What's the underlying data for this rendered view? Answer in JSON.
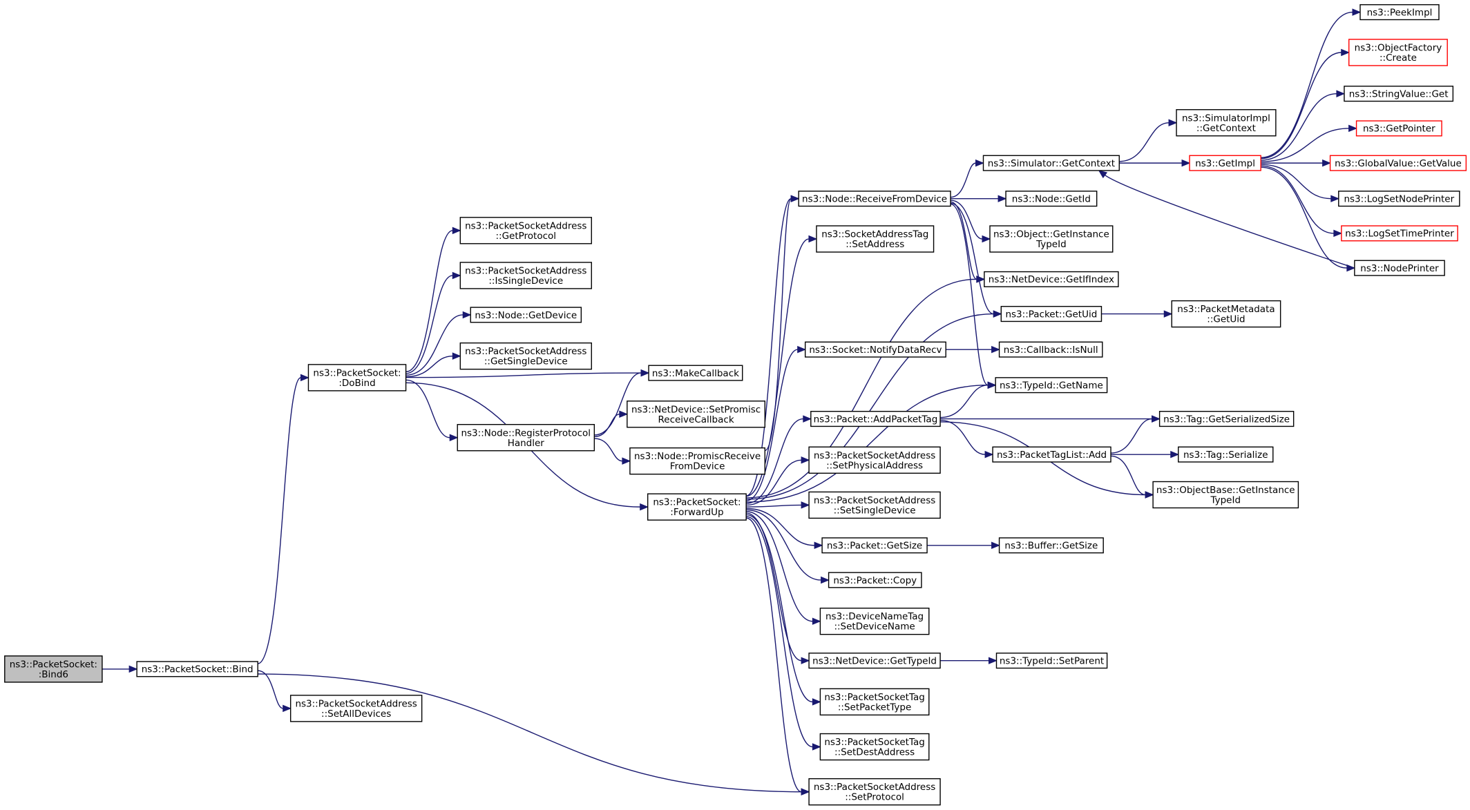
{
  "diagram": {
    "nodes": {
      "bind6": {
        "lines": [
          "ns3::PacketSocket:",
          ":Bind6"
        ],
        "style": "root"
      },
      "bind": {
        "lines": [
          "ns3::PacketSocket::Bind"
        ]
      },
      "setalldevices": {
        "lines": [
          "ns3::PacketSocketAddress",
          "::SetAllDevices"
        ]
      },
      "dobind": {
        "lines": [
          "ns3::PacketSocket:",
          ":DoBind"
        ]
      },
      "getprotocol": {
        "lines": [
          "ns3::PacketSocketAddress",
          "::GetProtocol"
        ]
      },
      "issingledevice": {
        "lines": [
          "ns3::PacketSocketAddress",
          "::IsSingleDevice"
        ]
      },
      "nodegetdevice": {
        "lines": [
          "ns3::Node::GetDevice"
        ]
      },
      "getsingledevice": {
        "lines": [
          "ns3::PacketSocketAddress",
          "::GetSingleDevice"
        ]
      },
      "makecallback": {
        "lines": [
          "ns3::MakeCallback"
        ]
      },
      "registerprotocol": {
        "lines": [
          "ns3::Node::RegisterProtocol",
          "Handler"
        ]
      },
      "setpromisc": {
        "lines": [
          "ns3::NetDevice::SetPromisc",
          "ReceiveCallback"
        ]
      },
      "promiscreceive": {
        "lines": [
          "ns3::Node::PromiscReceive",
          "FromDevice"
        ]
      },
      "forwardup": {
        "lines": [
          "ns3::PacketSocket:",
          ":ForwardUp"
        ]
      },
      "receivefromdevice": {
        "lines": [
          "ns3::Node::ReceiveFromDevice"
        ]
      },
      "socketaddresstag": {
        "lines": [
          "ns3::SocketAddressTag",
          "::SetAddress"
        ]
      },
      "notifydatarecv": {
        "lines": [
          "ns3::Socket::NotifyDataRecv"
        ]
      },
      "addpackettag": {
        "lines": [
          "ns3::Packet::AddPacketTag"
        ]
      },
      "setphysicaladdress": {
        "lines": [
          "ns3::PacketSocketAddress",
          "::SetPhysicalAddress"
        ]
      },
      "setsingledevice": {
        "lines": [
          "ns3::PacketSocketAddress",
          "::SetSingleDevice"
        ]
      },
      "packetgetsize": {
        "lines": [
          "ns3::Packet::GetSize"
        ]
      },
      "packetcopy": {
        "lines": [
          "ns3::Packet::Copy"
        ]
      },
      "devicenametag": {
        "lines": [
          "ns3::DeviceNameTag",
          "::SetDeviceName"
        ]
      },
      "netdevicegettypeid": {
        "lines": [
          "ns3::NetDevice::GetTypeId"
        ]
      },
      "setpackettype": {
        "lines": [
          "ns3::PacketSocketTag",
          "::SetPacketType"
        ]
      },
      "setdestaddress": {
        "lines": [
          "ns3::PacketSocketTag",
          "::SetDestAddress"
        ]
      },
      "setprotocol": {
        "lines": [
          "ns3::PacketSocketAddress",
          "::SetProtocol"
        ]
      },
      "simgetcontext": {
        "lines": [
          "ns3::Simulator::GetContext"
        ]
      },
      "nodegetid": {
        "lines": [
          "ns3::Node::GetId"
        ]
      },
      "objectgetinstancetypeid": {
        "lines": [
          "ns3::Object::GetInstance",
          "TypeId"
        ]
      },
      "netdevicegetifindex": {
        "lines": [
          "ns3::NetDevice::GetIfIndex"
        ]
      },
      "packetgetuid": {
        "lines": [
          "ns3::Packet::GetUid"
        ]
      },
      "callbackisnull": {
        "lines": [
          "ns3::Callback::IsNull"
        ]
      },
      "typeidgetname": {
        "lines": [
          "ns3::TypeId::GetName"
        ]
      },
      "packettaglistadd": {
        "lines": [
          "ns3::PacketTagList::Add"
        ]
      },
      "buffergetsize": {
        "lines": [
          "ns3::Buffer::GetSize"
        ]
      },
      "typeidsetparent": {
        "lines": [
          "ns3::TypeId::SetParent"
        ]
      },
      "simimplgetcontext": {
        "lines": [
          "ns3::SimulatorImpl",
          "::GetContext"
        ]
      },
      "getimpl": {
        "lines": [
          "ns3::GetImpl"
        ],
        "style": "red"
      },
      "packetmetadatagetuid": {
        "lines": [
          "ns3::PacketMetadata",
          "::GetUid"
        ]
      },
      "taggetserializedsize": {
        "lines": [
          "ns3::Tag::GetSerializedSize"
        ]
      },
      "tagserialize": {
        "lines": [
          "ns3::Tag::Serialize"
        ]
      },
      "objectbasegetinstancetypeid": {
        "lines": [
          "ns3::ObjectBase::GetInstance",
          "TypeId"
        ]
      },
      "peekimpl": {
        "lines": [
          "ns3::PeekImpl"
        ]
      },
      "objectfactorycreate": {
        "lines": [
          "ns3::ObjectFactory",
          "::Create"
        ],
        "style": "red"
      },
      "stringvalueget": {
        "lines": [
          "ns3::StringValue::Get"
        ]
      },
      "getpointer": {
        "lines": [
          "ns3::GetPointer"
        ],
        "style": "red"
      },
      "globalvaluegetvalue": {
        "lines": [
          "ns3::GlobalValue::GetValue"
        ],
        "style": "red"
      },
      "logsetnodeprinter": {
        "lines": [
          "ns3::LogSetNodePrinter"
        ]
      },
      "logsettimeprinter": {
        "lines": [
          "ns3::LogSetTimePrinter"
        ],
        "style": "red"
      },
      "nodeprinter": {
        "lines": [
          "ns3::NodePrinter"
        ]
      }
    },
    "edges": [
      [
        "bind6",
        "bind"
      ],
      [
        "bind",
        "dobind"
      ],
      [
        "bind",
        "setalldevices"
      ],
      [
        "bind",
        "setprotocol"
      ],
      [
        "dobind",
        "getprotocol"
      ],
      [
        "dobind",
        "issingledevice"
      ],
      [
        "dobind",
        "nodegetdevice"
      ],
      [
        "dobind",
        "getsingledevice"
      ],
      [
        "dobind",
        "makecallback"
      ],
      [
        "dobind",
        "registerprotocol"
      ],
      [
        "dobind",
        "forwardup"
      ],
      [
        "registerprotocol",
        "makecallback"
      ],
      [
        "registerprotocol",
        "setpromisc"
      ],
      [
        "registerprotocol",
        "promiscreceive"
      ],
      [
        "promiscreceive",
        "receivefromdevice"
      ],
      [
        "forwardup",
        "receivefromdevice"
      ],
      [
        "forwardup",
        "socketaddresstag"
      ],
      [
        "forwardup",
        "netdevicegetifindex"
      ],
      [
        "forwardup",
        "packetgetuid"
      ],
      [
        "forwardup",
        "notifydatarecv"
      ],
      [
        "forwardup",
        "typeidgetname"
      ],
      [
        "forwardup",
        "addpackettag"
      ],
      [
        "forwardup",
        "setphysicaladdress"
      ],
      [
        "forwardup",
        "setsingledevice"
      ],
      [
        "forwardup",
        "packetgetsize"
      ],
      [
        "forwardup",
        "packetcopy"
      ],
      [
        "forwardup",
        "devicenametag"
      ],
      [
        "forwardup",
        "netdevicegettypeid"
      ],
      [
        "forwardup",
        "setpackettype"
      ],
      [
        "forwardup",
        "setdestaddress"
      ],
      [
        "forwardup",
        "setprotocol"
      ],
      [
        "receivefromdevice",
        "simgetcontext"
      ],
      [
        "receivefromdevice",
        "nodegetid"
      ],
      [
        "receivefromdevice",
        "objectgetinstancetypeid"
      ],
      [
        "receivefromdevice",
        "netdevicegetifindex"
      ],
      [
        "receivefromdevice",
        "packetgetuid"
      ],
      [
        "receivefromdevice",
        "typeidgetname"
      ],
      [
        "notifydatarecv",
        "callbackisnull"
      ],
      [
        "addpackettag",
        "typeidgetname"
      ],
      [
        "addpackettag",
        "taggetserializedsize"
      ],
      [
        "addpackettag",
        "packettaglistadd"
      ],
      [
        "addpackettag",
        "objectbasegetinstancetypeid"
      ],
      [
        "packettaglistadd",
        "taggetserializedsize"
      ],
      [
        "packettaglistadd",
        "tagserialize"
      ],
      [
        "packettaglistadd",
        "objectbasegetinstancetypeid"
      ],
      [
        "packetgetsize",
        "buffergetsize"
      ],
      [
        "netdevicegettypeid",
        "typeidsetparent"
      ],
      [
        "packetgetuid",
        "packetmetadatagetuid"
      ],
      [
        "simgetcontext",
        "simimplgetcontext"
      ],
      [
        "simgetcontext",
        "getimpl"
      ],
      [
        "getimpl",
        "peekimpl"
      ],
      [
        "getimpl",
        "objectfactorycreate"
      ],
      [
        "getimpl",
        "stringvalueget"
      ],
      [
        "getimpl",
        "getpointer"
      ],
      [
        "getimpl",
        "globalvaluegetvalue"
      ],
      [
        "getimpl",
        "logsetnodeprinter"
      ],
      [
        "getimpl",
        "logsettimeprinter"
      ],
      [
        "getimpl",
        "nodeprinter"
      ],
      [
        "nodeprinter",
        "simgetcontext"
      ]
    ],
    "colors": {
      "edge": "#191970",
      "node_border": "#000000",
      "highlight_border": "#ff0000",
      "root_fill": "#bfbfbf"
    }
  }
}
